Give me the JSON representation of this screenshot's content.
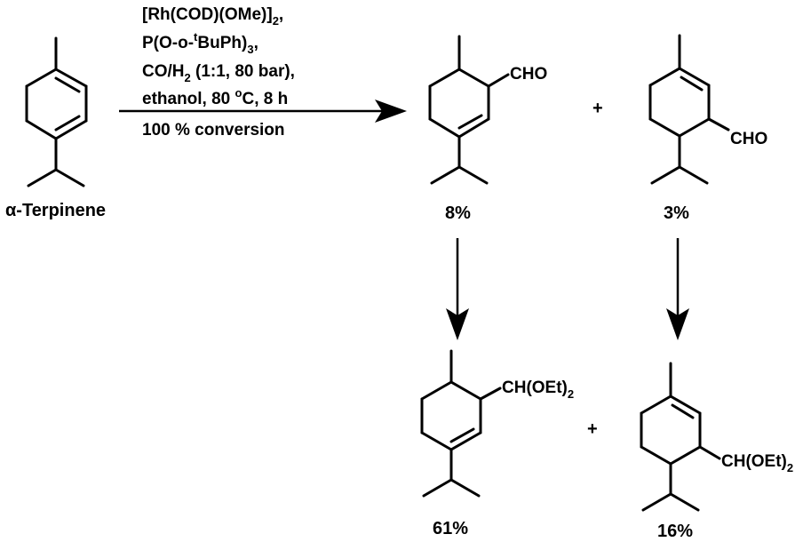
{
  "scheme": {
    "starting_material": {
      "name": "α-Terpinene"
    },
    "conditions": {
      "line1": {
        "a": "[Rh(COD)(OMe)]",
        "sub": "2",
        "b": ","
      },
      "line2": {
        "a": "P(O-o-",
        "sup": "t",
        "b": "BuPh)",
        "sub": "3",
        "c": ","
      },
      "line3": {
        "a": "CO/H",
        "sub": "2",
        "b": " (1:1, 80 bar),"
      },
      "line4": {
        "a": "ethanol, 80 ",
        "sup": "o",
        "b": "C, 8 h"
      },
      "line5": "100 % conversion"
    },
    "aldehyde_1": {
      "group": "CHO",
      "yield": "8%"
    },
    "aldehyde_2": {
      "group": "CHO",
      "yield": "3%"
    },
    "acetal_1": {
      "group_a": "CH(OEt)",
      "group_sub": "2",
      "yield": "61%"
    },
    "acetal_2": {
      "group_a": "CH(OEt)",
      "group_sub": "2",
      "yield": "16%"
    },
    "plus_top": "+",
    "plus_bottom": "+"
  }
}
